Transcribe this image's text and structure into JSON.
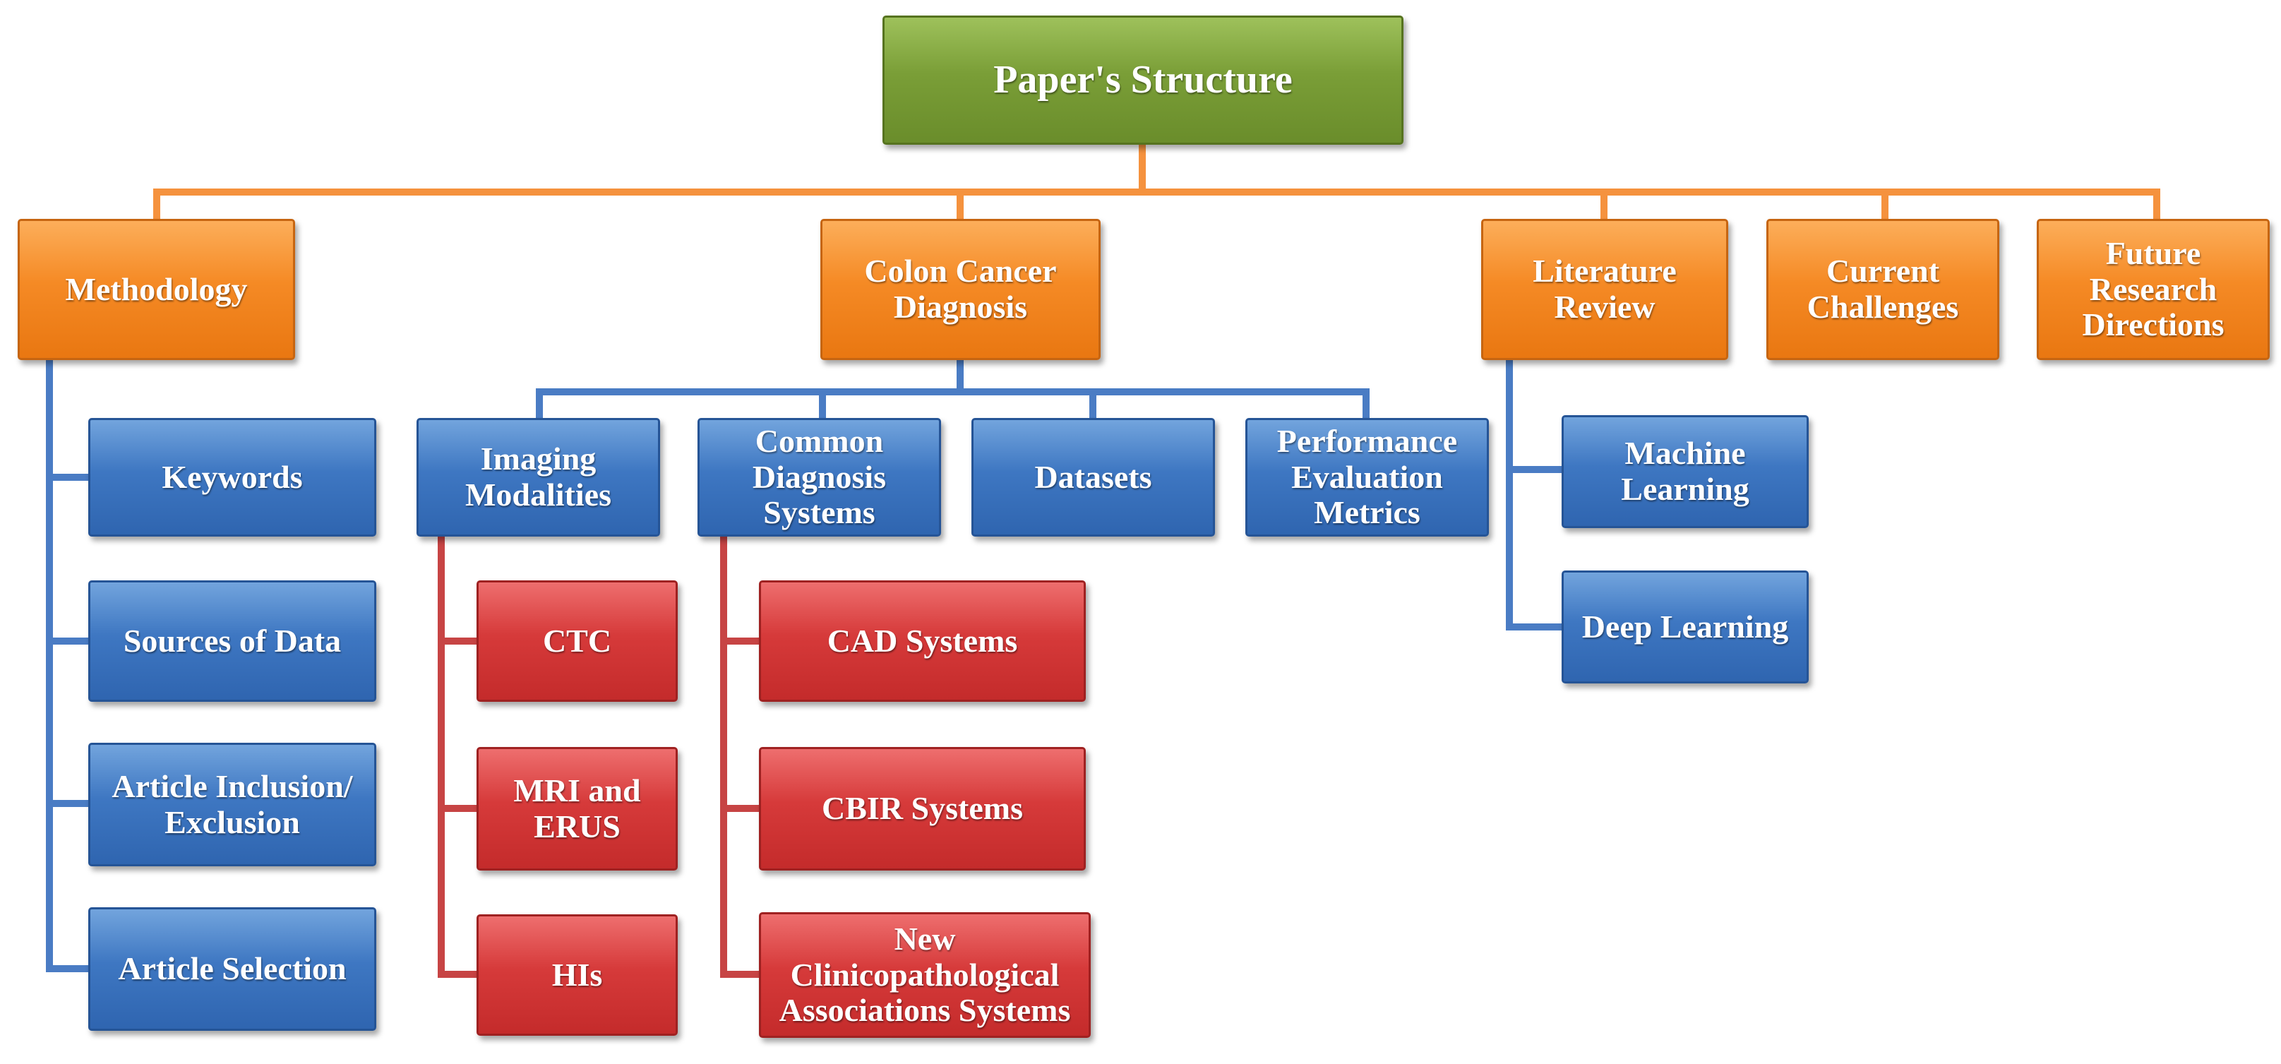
{
  "diagram": {
    "root": {
      "label": "Paper's Structure"
    },
    "sections": {
      "methodology": "Methodology",
      "colon_cancer_diagnosis": "Colon Cancer Diagnosis",
      "literature_review": "Literature Review",
      "current_challenges": "Current Challenges",
      "future_research_directions": "Future Research Directions"
    },
    "methodology_items": {
      "keywords": "Keywords",
      "sources_of_data": "Sources of Data",
      "article_inclusion_exclusion": "Article Inclusion/ Exclusion",
      "article_selection": "Article Selection"
    },
    "diagnosis_items": {
      "imaging_modalities": "Imaging Modalities",
      "common_diagnosis_systems": "Common Diagnosis Systems",
      "datasets": "Datasets",
      "performance_evaluation_metrics": "Performance Evaluation Metrics"
    },
    "imaging_items": {
      "ctc": "CTC",
      "mri_erus": "MRI and ERUS",
      "his": "HIs"
    },
    "systems_items": {
      "cad": "CAD Systems",
      "cbir": "CBIR Systems",
      "new_clinicopathological": "New Clinicopathological Associations Systems"
    },
    "review_items": {
      "machine_learning": "Machine Learning",
      "deep_learning": "Deep Learning"
    },
    "colors": {
      "root": "#77993a",
      "section": "#f28a26",
      "subsection": "#3a72bf",
      "leaf": "#d33b3b",
      "orange_connector": "#f5923e",
      "blue_connector": "#4a7cc4",
      "red_connector": "#c74444"
    }
  }
}
